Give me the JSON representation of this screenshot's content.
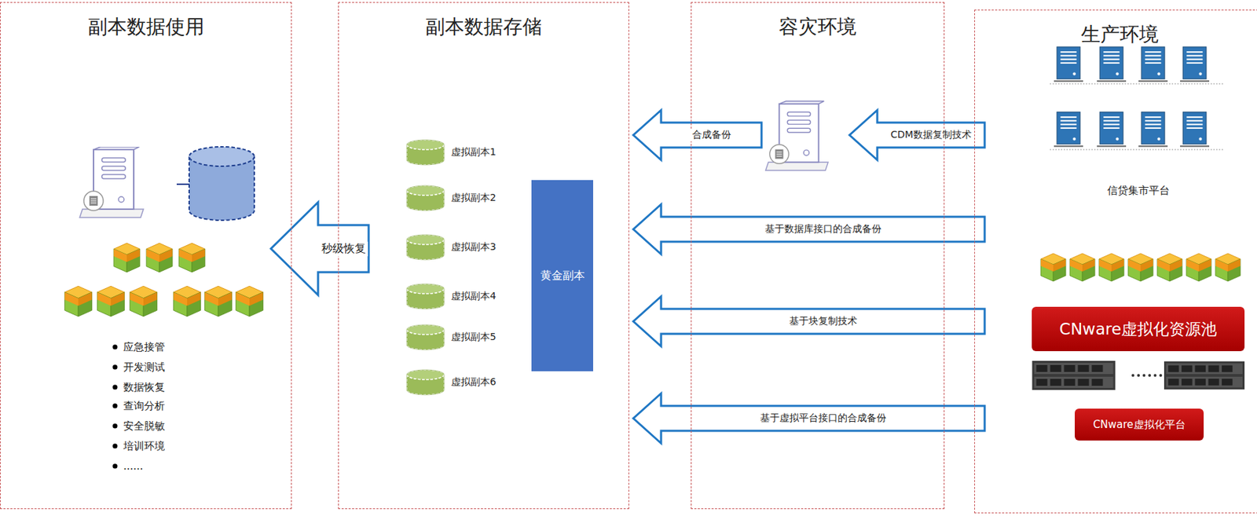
{
  "diagram": {
    "nodes": [
      {
        "text": [
          "副本数据使用"
        ]
      },
      {
        "text": [
          "副本数据存储"
        ]
      },
      {
        "text": [
          "虚拟副本1"
        ],
        "in": 1
      },
      {
        "text": [
          "虚拟副本2"
        ],
        "in": 1
      },
      {
        "text": [
          "虚拟副本3"
        ],
        "in": 1
      },
      {
        "text": [
          "虚拟副本4"
        ],
        "in": 1
      },
      {
        "text": [
          "虚拟副本5"
        ],
        "in": 1
      },
      {
        "text": [
          "虚拟副本6"
        ],
        "in": 1
      },
      {
        "text": [
          "黄金副本"
        ],
        "in": 1
      },
      {
        "text": [
          "容灾环境"
        ]
      },
      {
        "text": [
          "生产环境"
        ]
      },
      {
        "text": [
          "CNware虚拟化资源池"
        ],
        "in": 10
      },
      {
        "text": [
          "CNware虚拟化平台"
        ],
        "in": 10
      }
    ],
    "edges": [
      {
        "from": 10,
        "to": 9,
        "arrow": "to",
        "label": "CDM数据复制技术"
      },
      {
        "from": 9,
        "to": 1,
        "arrow": "to",
        "label": "合成备份"
      },
      {
        "from": 10,
        "to": 1,
        "arrow": "to",
        "label": "基于数据库接口的合成备份"
      },
      {
        "from": 10,
        "to": 1,
        "arrow": "to",
        "label": "基于块复制技术"
      },
      {
        "from": 10,
        "to": 1,
        "arrow": "to",
        "label": "基于虚拟平台接口的合成备份"
      },
      {
        "from": 1,
        "to": 0,
        "arrow": "to",
        "label": "秒级恢复"
      }
    ],
    "labels": [
      "信贷集市平台",
      "应急接管",
      "开发测试",
      "数据恢复",
      "查询分析",
      "安全脱敏",
      "培训环境",
      "......"
    ]
  }
}
